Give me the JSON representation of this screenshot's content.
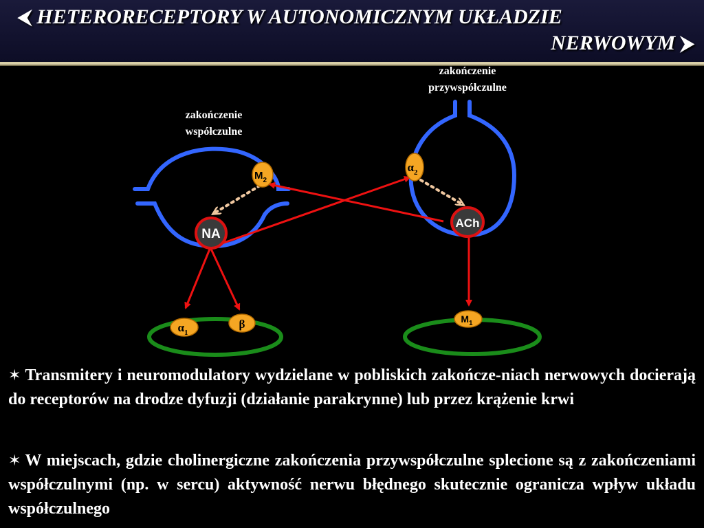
{
  "title": {
    "line1": "HETERORECEPTORY W AUTONOMICZNYM UKŁADZIE",
    "line2": "NERWOWYM",
    "left_icon": "chevron-left-icon",
    "right_icon": "chevron-right-icon"
  },
  "diagram": {
    "label_sympathetic": [
      "zakończenie",
      "współczulne"
    ],
    "label_parasympathetic": [
      "zakończenie",
      "przywspółczulne"
    ],
    "transmitter_left": "NA",
    "transmitter_right": "ACh",
    "receptor_m2": {
      "base": "M",
      "sub": "2"
    },
    "receptor_alpha2": {
      "base": "α",
      "sub": "2"
    },
    "receptor_alpha1": {
      "base": "α",
      "sub": "1"
    },
    "receptor_beta": {
      "base": "β",
      "sub": ""
    },
    "receptor_m1": {
      "base": "M",
      "sub": "1"
    },
    "colors": {
      "nerve_ending": "#3366ff",
      "target_cell": "#1a8c1a",
      "arrow": "#ee1111",
      "receptor_fill": "#f5a623",
      "transmitter_fill": "#3a3a3a",
      "dotted_arrow": "#f0c8a0"
    }
  },
  "paragraphs": [
    {
      "bullet": "✶",
      "text": "Transmitery i neuromodulatory wydzielane w pobliskich zakończe-niach nerwowych docierają do receptorów na drodze dyfuzji (działanie parakrynne) lub przez krążenie krwi"
    },
    {
      "bullet": "✶",
      "text": "W miejscach, gdzie cholinergiczne zakończenia przywspółczulne splecione są z zakończeniami współczulnymi (np. w sercu) aktywność nerwu błędnego skutecznie ogranicza wpływ układu współczulnego"
    }
  ]
}
